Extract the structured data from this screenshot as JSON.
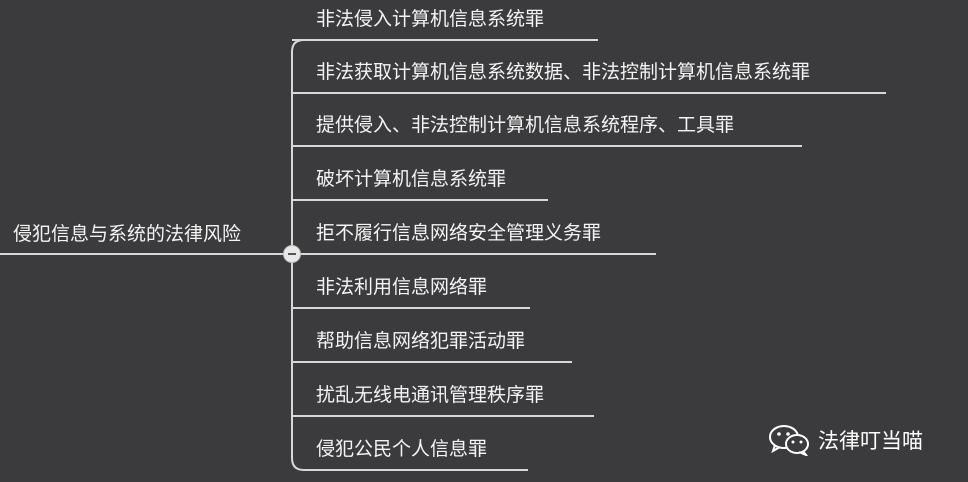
{
  "mindmap": {
    "root": "侵犯信息与系统的法律风险",
    "branches": [
      "非法侵入计算机信息系统罪",
      "非法获取计算机信息系统数据、非法控制计算机信息系统罪",
      "提供侵入、非法控制计算机信息系统程序、工具罪",
      "破坏计算机信息系统罪",
      "拒不履行信息网络安全管理义务罪",
      "非法利用信息网络罪",
      "帮助信息网络犯罪活动罪",
      "扰乱无线电通讯管理秩序罪",
      "侵犯公民个人信息罪"
    ]
  },
  "watermark": {
    "icon": "wechat-icon",
    "text": "法律叮当喵"
  },
  "colors": {
    "background": "#3b3b3e",
    "line": "#d8d8d8",
    "text": "#f4f4f4"
  }
}
